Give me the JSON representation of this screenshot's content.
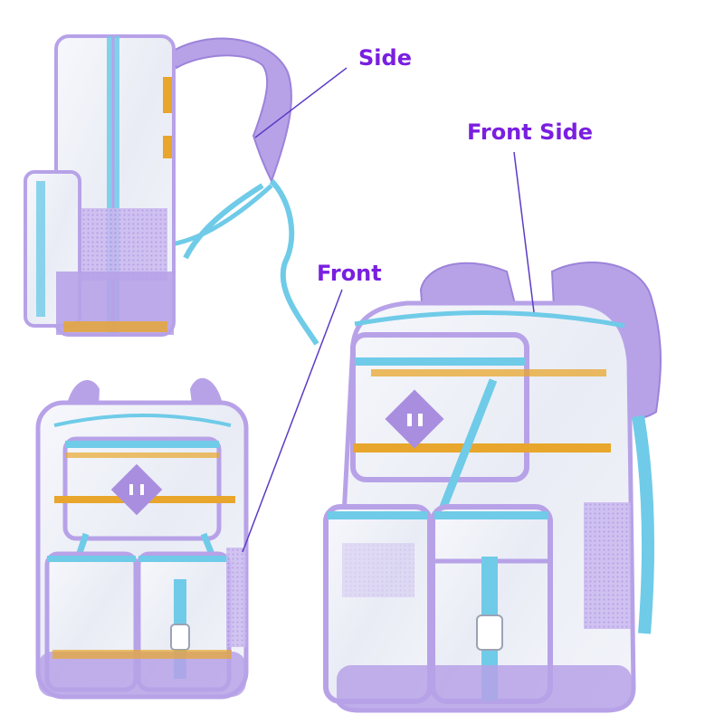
{
  "labels": {
    "side": "Side",
    "front_side": "Front Side",
    "front": "Front"
  },
  "colors": {
    "label": "#7a1fe0",
    "leader_line": "#5b3cc4",
    "lavender": "#b7a2e8",
    "lavender_dark": "#9c83d9",
    "aqua": "#6fcbe8",
    "orange": "#e8a62c",
    "clear_tint": "#eef1f8"
  }
}
